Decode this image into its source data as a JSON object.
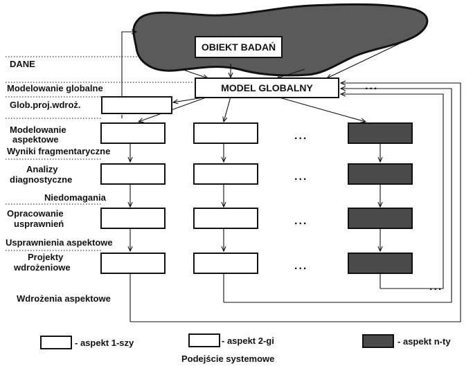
{
  "diagram": {
    "object_label": "OBIEKT BADAŃ",
    "global_model_label": "MODEL GLOBALNY",
    "ellipsis": "...",
    "stage_labels": {
      "dane": "DANE",
      "modelowanie_globalne": "Modelowanie  globalne",
      "glob_proj": "Glob.proj.wdroż.",
      "modelowanie_aspektowe_1": "Modelowanie",
      "modelowanie_aspektowe_2": "aspektowe",
      "wyniki": "Wyniki fragmentaryczne",
      "analizy_1": "Analizy",
      "analizy_2": "diagnostyczne",
      "niedomagania": "Niedomagania",
      "opracowanie_1": "Opracowanie",
      "opracowanie_2": "usprawnień",
      "usprawnienia": "Usprawnienia aspektowe",
      "projekty_1": "Projekty",
      "projekty_2": "wdrożeniowe",
      "wdrozenia": "Wdrożenia aspektowe"
    },
    "legend": [
      {
        "label": "- aspekt 1-szy",
        "style": "white"
      },
      {
        "label": "- aspekt 2-gi",
        "style": "white"
      },
      {
        "label": "- aspekt n-ty",
        "style": "gray"
      }
    ],
    "caption": "Podejście systemowe",
    "colors": {
      "line": "#111111",
      "dark_box": "#4a4a4a",
      "blob": "#5a5a5a"
    }
  }
}
